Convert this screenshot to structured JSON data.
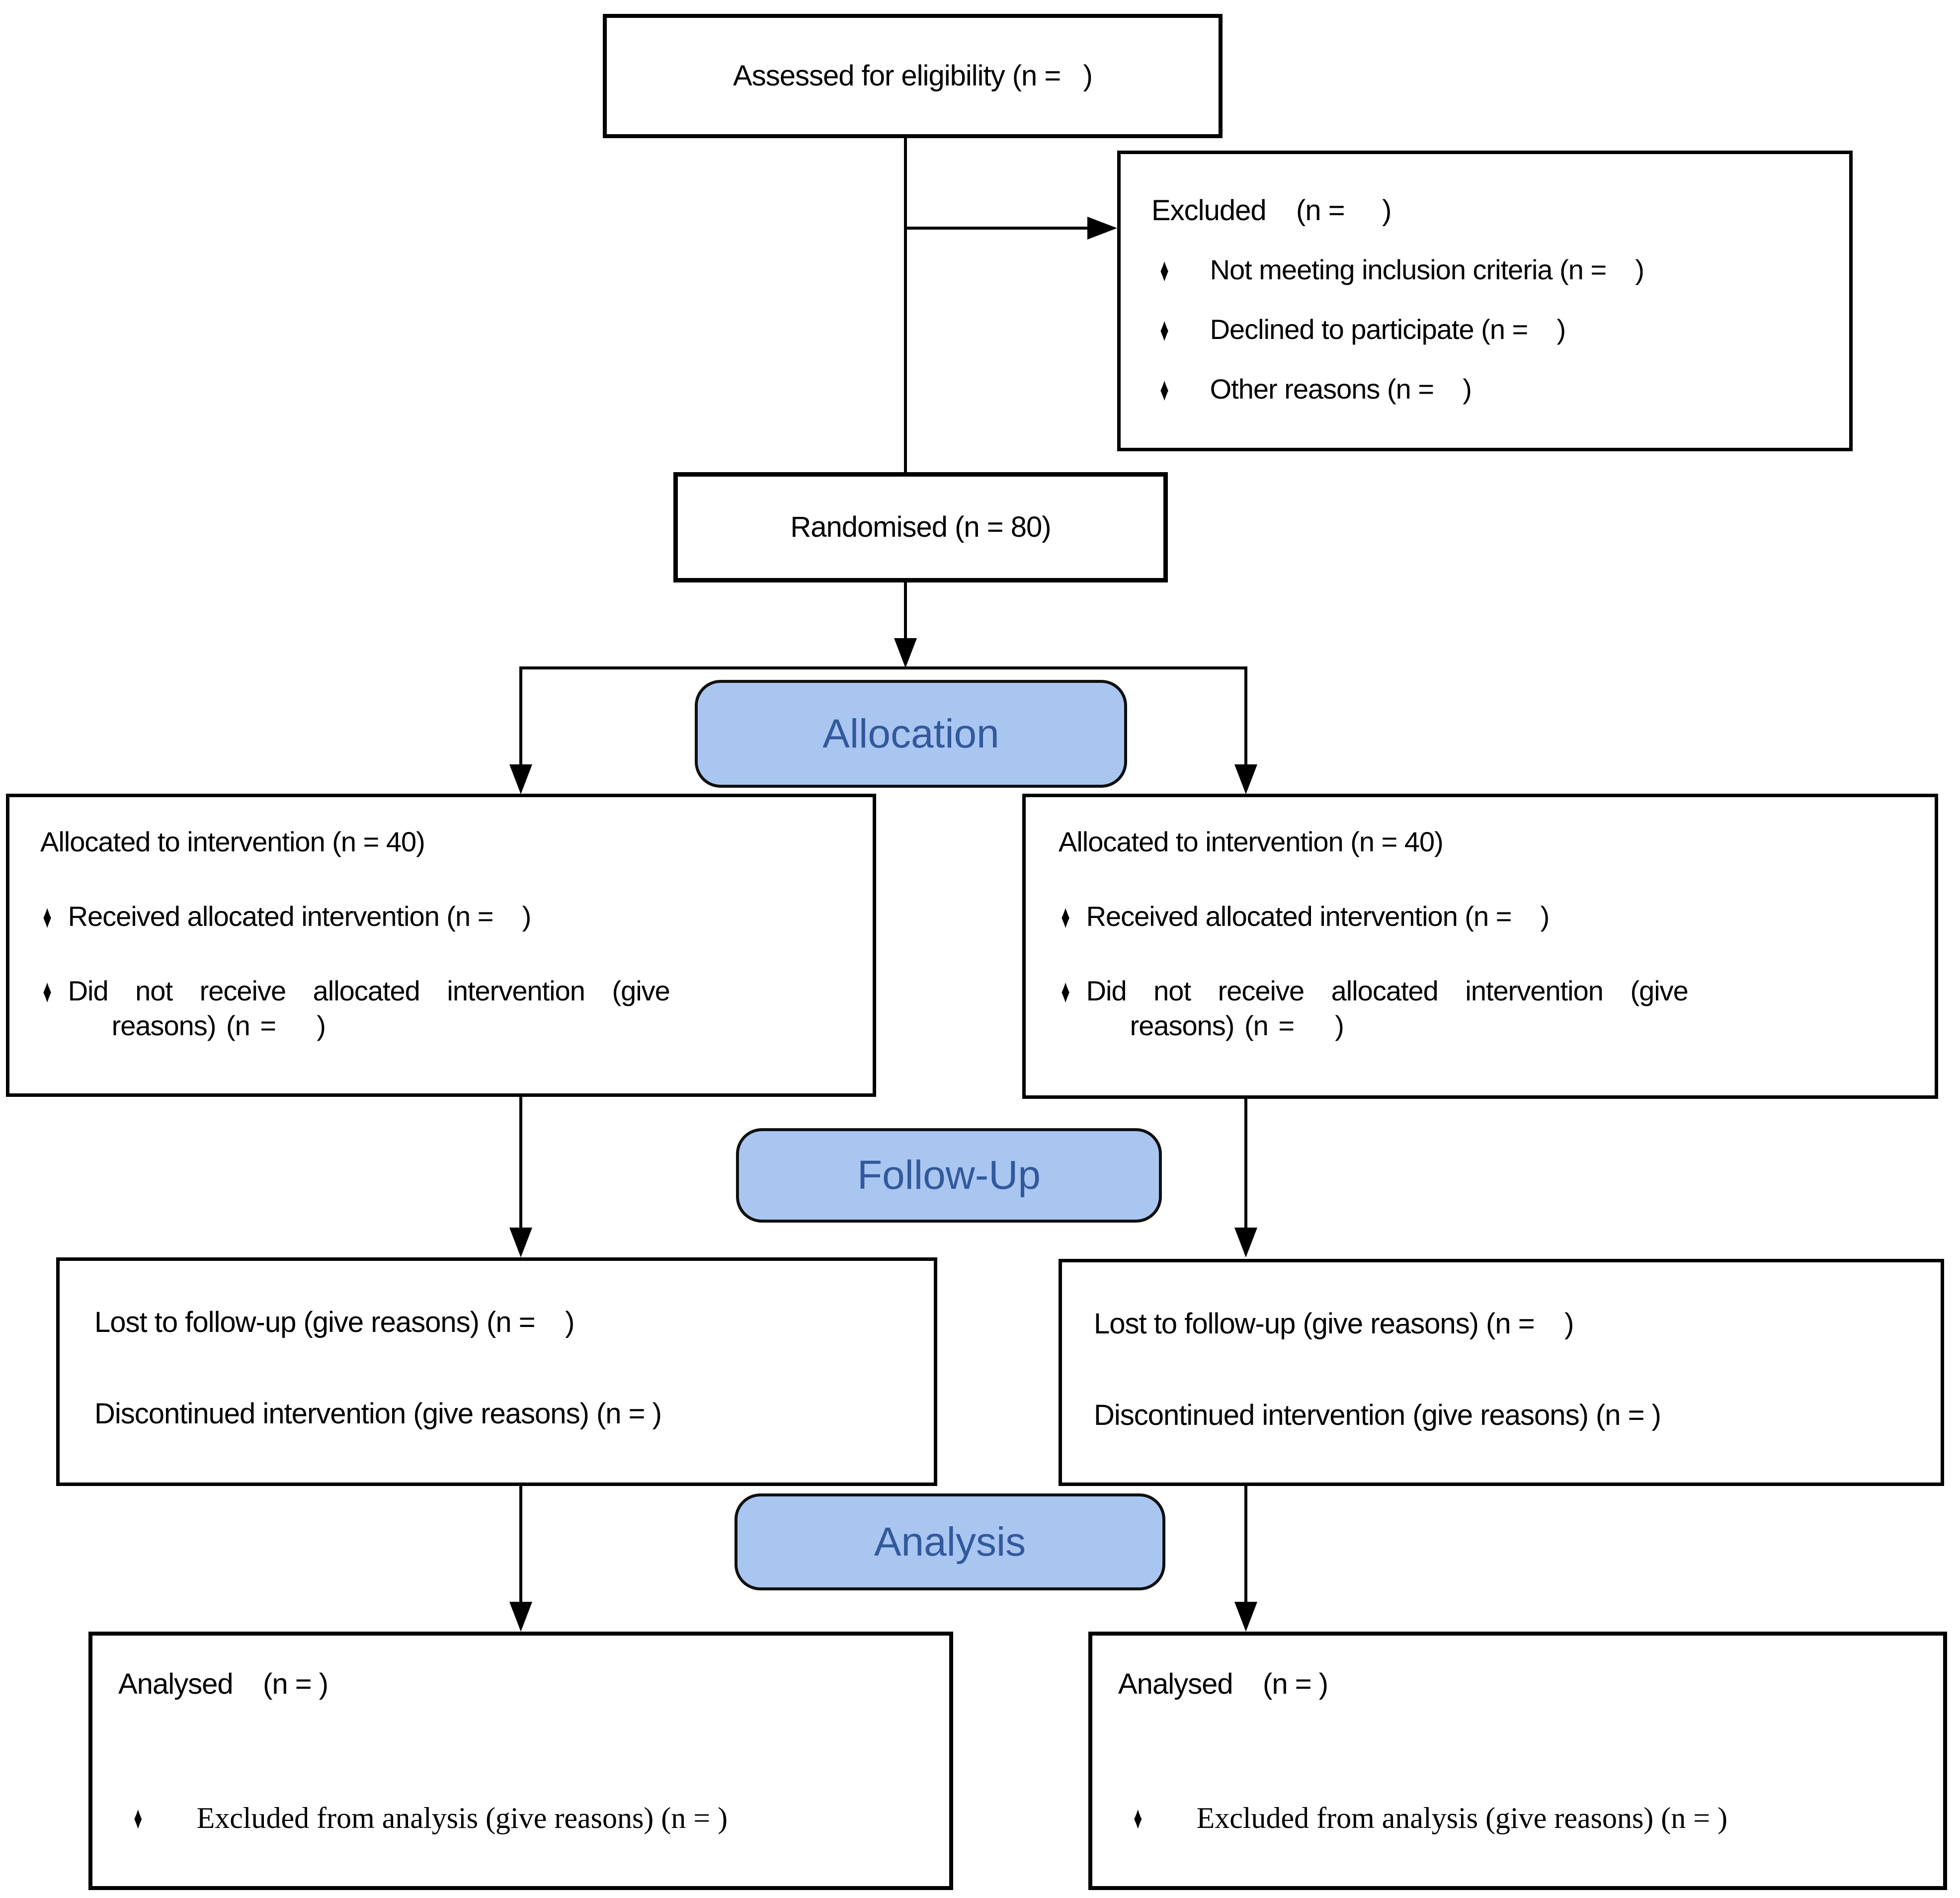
{
  "colors": {
    "stage_fill": "#a9c6f1",
    "stage_text": "#33599c",
    "line": "#000000",
    "background": "#ffffff"
  },
  "glyphs": {
    "bullet": "♦"
  },
  "assessed": {
    "text": "Assessed for eligibility (n =   )"
  },
  "excluded": {
    "title": "Excluded    (n =     )",
    "bullets": [
      "Not meeting inclusion criteria (n =    )",
      "Declined to participate (n =    )",
      "Other reasons (n =    )"
    ]
  },
  "randomised": {
    "text": "Randomised (n = 80)"
  },
  "stages": {
    "allocation": "Allocation",
    "followup": "Follow-Up",
    "analysis": "Analysis"
  },
  "allocated": {
    "title": "Allocated to intervention (n = 40)",
    "bullet1": "Received allocated intervention (n =    )",
    "bullet2_line1": "Did not receive allocated intervention (give",
    "bullet2_line2": "reasons) (n =    )"
  },
  "lost": {
    "line1": "Lost to follow-up (give reasons) (n =    )",
    "line2": "Discontinued intervention (give reasons) (n = )"
  },
  "analysed": {
    "title": "Analysed    (n = )",
    "bullet": "Excluded from analysis (give reasons) (n = )"
  }
}
